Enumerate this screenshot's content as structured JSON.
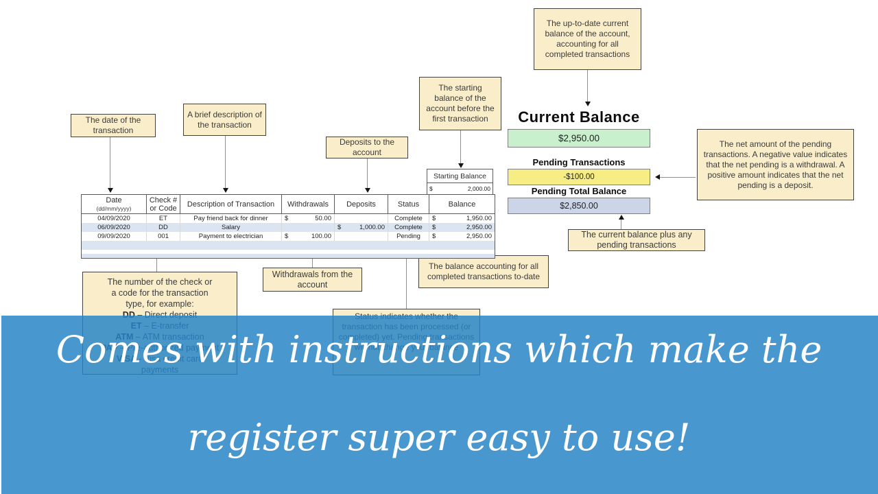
{
  "callouts": {
    "date": {
      "text": "The date of the transaction"
    },
    "description": {
      "text": "A brief description of the transaction"
    },
    "deposits": {
      "text": "Deposits to the account"
    },
    "starting": {
      "text": "The starting balance of the account before the first transaction"
    },
    "current": {
      "text": "The up-to-date current balance of the account, accounting for all completed transactions"
    },
    "net": {
      "text": "The net amount of the pending transactions. A negative value indicates that the net pending is a withdrawal. A positive amount indicates that the net pending is a deposit."
    },
    "plus": {
      "text": "The current balance plus any pending transactions"
    },
    "withdrawals": {
      "text": "Withdrawals from the account"
    },
    "balance": {
      "text": "The balance accounting for all completed transactions to-date"
    },
    "status": {
      "text": "Status indicates whether the transaction has been processed (or completed) yet. Pending transactions will not change your balance"
    },
    "check": {
      "intro_1": "The number of the check or",
      "intro_2": "a code for the transaction",
      "intro_3": "type, for example:",
      "codes": [
        {
          "code": "DD",
          "desc": " – Direct deposit"
        },
        {
          "code": "ET",
          "desc": " – E-transfer"
        },
        {
          "code": "ATM",
          "desc": " – ATM transaction"
        },
        {
          "code": "PAP",
          "desc": " – Pre-authorized payment"
        },
        {
          "code": "VISA",
          "desc": " - Visa credit card"
        }
      ],
      "overflow": "payments"
    }
  },
  "register": {
    "starting_balance": {
      "label": "Starting Balance",
      "currency": "$",
      "amount": "2,000.00"
    },
    "table": {
      "headers": {
        "date_line1": "Date",
        "date_line2": "(dd/mm/yyyy)",
        "check_line1": "Check #",
        "check_line2": "or Code",
        "description": "Description of Transaction",
        "withdrawals": "Withdrawals",
        "deposits": "Deposits",
        "status": "Status",
        "balance": "Balance"
      },
      "rows": [
        {
          "date": "04/09/2020",
          "check": "ET",
          "description": "Pay friend back for dinner",
          "withdrawal_currency": "$",
          "withdrawal": "50.00",
          "deposit_currency": "",
          "deposit": "",
          "status": "Complete",
          "balance_currency": "$",
          "balance": "1,950.00"
        },
        {
          "date": "06/09/2020",
          "check": "DD",
          "description": "Salary",
          "withdrawal_currency": "",
          "withdrawal": "",
          "deposit_currency": "$",
          "deposit": "1,000.00",
          "status": "Complete",
          "balance_currency": "$",
          "balance": "2,950.00"
        },
        {
          "date": "09/09/2020",
          "check": "001",
          "description": "Payment to electrician",
          "withdrawal_currency": "$",
          "withdrawal": "100.00",
          "deposit_currency": "",
          "deposit": "",
          "status": "Pending",
          "balance_currency": "$",
          "balance": "2,950.00"
        }
      ]
    }
  },
  "summary": {
    "current_balance": {
      "title": "Current Balance",
      "value": "$2,950.00"
    },
    "pending_transactions": {
      "label": "Pending Transactions",
      "value": "-$100.00"
    },
    "pending_total": {
      "label": "Pending Total Balance",
      "value": "$2,850.00"
    }
  },
  "banner": {
    "line1": "Comes with instructions which make the",
    "line2": "register super easy to use!"
  },
  "colors": {
    "callout_cream": "#faeeca",
    "banner_blue": "#2583c6",
    "row_alt_blue": "#dbe5f1",
    "current_balance_green": "#c9f0cd",
    "pending_yellow": "#f6ed84",
    "pending_total_lavender": "#ccd5e8"
  }
}
